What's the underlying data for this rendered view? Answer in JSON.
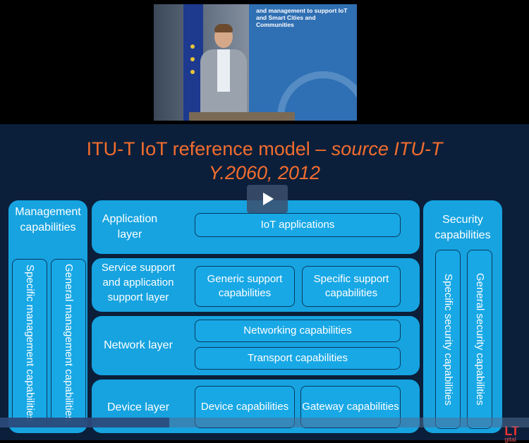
{
  "video_inset": {
    "backdrop_text": "and management to support IoT and Smart Cities and Communities"
  },
  "slide": {
    "title_main": "ITU-T IoT reference model – ",
    "title_italic": "source ITU-T",
    "title_line2": "Y.2060, 2012"
  },
  "management": {
    "title": "Management capabilities",
    "specific": "Specific management capabilities",
    "general": "General management capabilities"
  },
  "layers": {
    "application": {
      "label": "Application layer",
      "iot_apps": "IoT applications"
    },
    "service": {
      "label": "Service support and application support layer",
      "generic": "Generic support capabilities",
      "specific": "Specific support capabilities"
    },
    "network": {
      "label": "Network layer",
      "networking": "Networking capabilities",
      "transport": "Transport capabilities"
    },
    "device": {
      "label": "Device layer",
      "device_caps": "Device capabilities",
      "gateway_caps": "Gateway capabilities"
    }
  },
  "security": {
    "title": "Security capabilities",
    "specific": "Specific security capabilities",
    "general": "General security capabilities"
  },
  "brand": {
    "logo": "LT",
    "sub": "gital"
  },
  "video": {
    "progress": 0.32
  },
  "colors": {
    "accent_title": "#f26d2e",
    "box_blue": "#16a3e0",
    "slide_bg": "#0b1f3a"
  }
}
